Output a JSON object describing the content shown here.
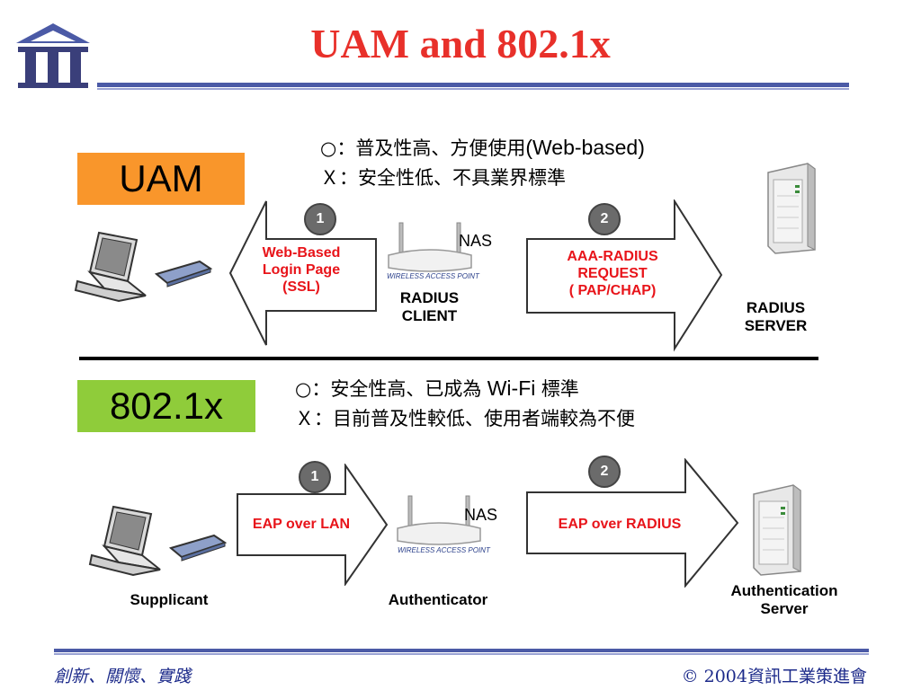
{
  "header": {
    "title": "UAM and 802.1x"
  },
  "uam": {
    "label": "UAM",
    "pro": "○：普及性高、方便使用",
    "pro_en": "(Web-based)",
    "con": "Ｘ：安全性低、不具業界標準",
    "step1_badge": "1",
    "step2_badge": "2",
    "left_arrow_lines": [
      "Web-Based",
      "Login Page",
      "(SSL)"
    ],
    "right_arrow_lines": [
      "AAA-RADIUS",
      "REQUEST",
      "( PAP/CHAP)"
    ],
    "nas_label": "NAS",
    "ap_caption": "WIRELESS ACCESS POINT",
    "client_lines": [
      "RADIUS",
      "CLIENT"
    ],
    "server_lines": [
      "RADIUS",
      "SERVER"
    ]
  },
  "dot1x": {
    "label": "802.1x",
    "pro": "○：安全性高、已成為",
    "pro_en": " Wi-Fi ",
    "pro_tail": "標準",
    "con": "Ｘ：目前普及性較低、使用者端較為不便",
    "step1_badge": "1",
    "step2_badge": "2",
    "left_arrow_text": "EAP over LAN",
    "right_arrow_text": "EAP over RADIUS",
    "nas_label": "NAS",
    "ap_caption": "WIRELESS ACCESS POINT",
    "supplicant": "Supplicant",
    "authenticator": "Authenticator",
    "auth_server_lines": [
      "Authentication",
      "Server"
    ]
  },
  "footer": {
    "left": "創新、關懷、實踐",
    "right": "© 2004資訊工業策進會"
  },
  "colors": {
    "title": "#e8302a",
    "rule": "#4b5aa6",
    "uam_box": "#f9962b",
    "dot1x_box": "#8fcc3a",
    "arrow_text": "#e8141a"
  }
}
